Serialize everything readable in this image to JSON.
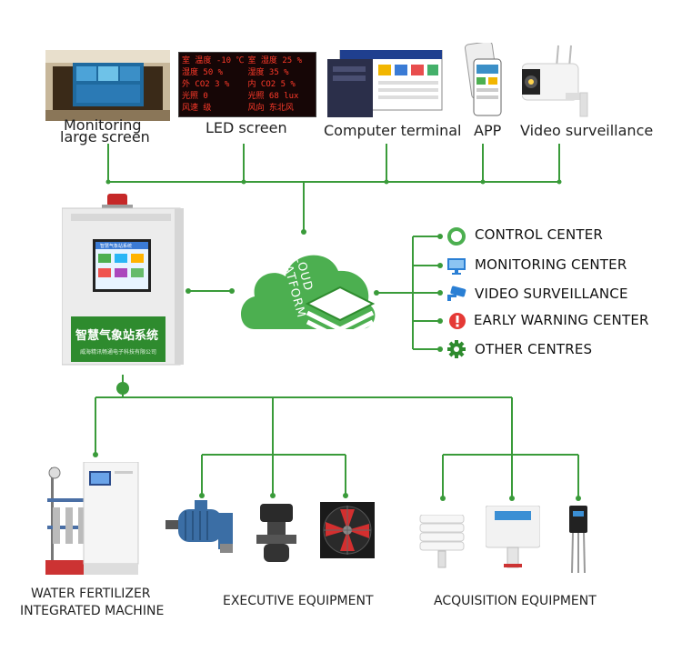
{
  "top_devices": [
    {
      "id": "monitor",
      "label_line1": "Monitoring",
      "label_line2": "large screen"
    },
    {
      "id": "led",
      "label": "LED screen"
    },
    {
      "id": "computer",
      "label": "Computer terminal"
    },
    {
      "id": "app",
      "label": "APP"
    },
    {
      "id": "video",
      "label": "Video surveillance"
    }
  ],
  "led_panel": {
    "rows": [
      [
        "室 温度 -10 ℃",
        "室 湿度 25 %"
      ],
      [
        "湿度 50 %",
        "湿度 35 %"
      ],
      [
        "外 CO2 3 %",
        "内 CO2 5 %"
      ],
      [
        "光照 0",
        "光照 68 lux"
      ],
      [
        "风速 级",
        "风向 东北风"
      ]
    ]
  },
  "cloud": {
    "text": "CLOUD PLATFORM"
  },
  "cabinet": {
    "screen_title": "智慧气象站系统",
    "label": "智慧气象站系统",
    "maker": "威海精讯畅通电子科技有限公司"
  },
  "centers": [
    {
      "icon": "ring-icon",
      "label": "CONTROL CENTER"
    },
    {
      "icon": "monitor-icon",
      "label": "MONITORING CENTER"
    },
    {
      "icon": "camera-icon",
      "label": "VIDEO SURVEILLANCE"
    },
    {
      "icon": "warning-icon",
      "label": "EARLY WARNING CENTER"
    },
    {
      "icon": "gear-icon",
      "label": "OTHER CENTRES"
    }
  ],
  "bottom_groups": [
    {
      "id": "water",
      "label_line1": "WATER FERTILIZER",
      "label_line2": "INTEGRATED MACHINE"
    },
    {
      "id": "exec",
      "label": "EXECUTIVE EQUIPMENT"
    },
    {
      "id": "acq",
      "label": "ACQUISITION EQUIPMENT"
    }
  ],
  "colors": {
    "wire": "#3a9b3a",
    "green": "#4caf50",
    "dark_green": "#2e8b2e",
    "icon_blue": "#2a7fd4",
    "warning_red": "#e53935"
  }
}
